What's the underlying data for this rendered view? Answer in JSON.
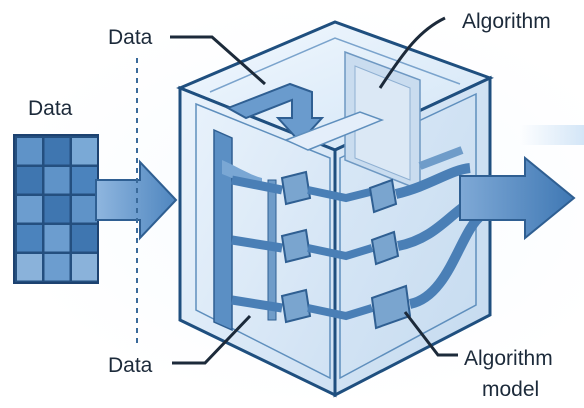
{
  "labels": {
    "data_top": "Data",
    "data_left": "Data",
    "data_bottom": "Data",
    "algorithm_top": "Algorithm",
    "algorithm_model_line1": "Algorithm",
    "algorithm_model_line2": "model"
  },
  "colors": {
    "cube_front": "#e3eefa",
    "cube_top": "#d4e6f7",
    "cube_side": "#cfe2f4",
    "cube_edge": "#1f4f7f",
    "pipe": "#5b8fc4",
    "pipe_light": "#8fb6df",
    "node": "#6f9cc9",
    "grid_dark": "#3b73ad",
    "grid_light": "#8db5dd",
    "arrow": "#5e93c9",
    "text": "#1c2a3a"
  },
  "icons": {
    "input_grid": "data-table-icon",
    "input_arrow": "arrow-right-icon",
    "output_arrow": "arrow-right-icon"
  }
}
